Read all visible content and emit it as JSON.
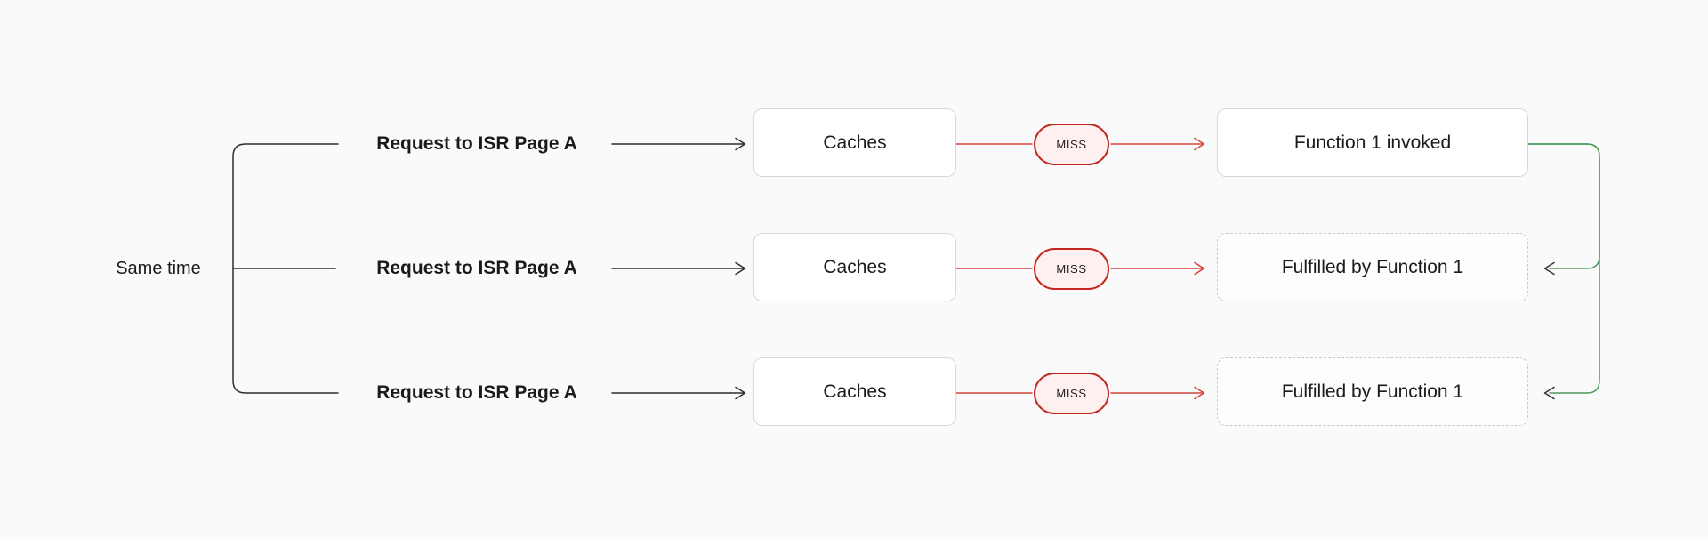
{
  "diagram": {
    "group_label": "Same time",
    "rows": [
      {
        "request_label": "Request to ISR Page A",
        "cache_label": "Caches",
        "badge_label": "MISS",
        "result_label": "Function 1 invoked",
        "result_style": "solid"
      },
      {
        "request_label": "Request to ISR Page A",
        "cache_label": "Caches",
        "badge_label": "MISS",
        "result_label": "Fulfilled by Function 1",
        "result_style": "dashed"
      },
      {
        "request_label": "Request to ISR Page A",
        "cache_label": "Caches",
        "badge_label": "MISS",
        "result_label": "Fulfilled by Function 1",
        "result_style": "dashed"
      }
    ],
    "colors": {
      "background": "#fafafa",
      "text": "#1a1a1a",
      "connector_black": "#2e2e2e",
      "connector_red": "#d2423b",
      "badge_border": "#c2261e",
      "badge_fill": "#fdf0ee",
      "connector_green": "#4f9a5e",
      "arrowhead_dark": "#333333",
      "box_border": "#d8d8d8",
      "dashed_box_border": "#c9c9c9"
    }
  }
}
